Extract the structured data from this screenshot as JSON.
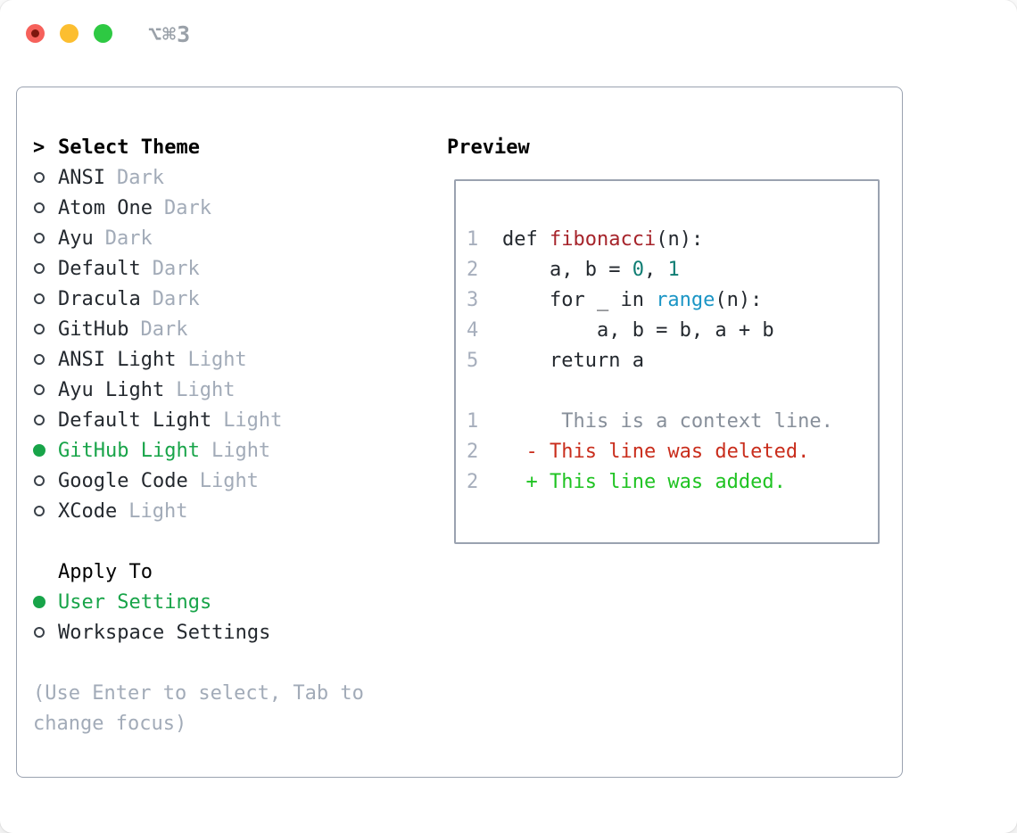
{
  "window": {
    "title": "⌥⌘3"
  },
  "theme_picker": {
    "header_caret": ">",
    "header": "Select Theme",
    "items": [
      {
        "name": "ANSI",
        "variant": "Dark",
        "selected": false
      },
      {
        "name": "Atom One",
        "variant": "Dark",
        "selected": false
      },
      {
        "name": "Ayu",
        "variant": "Dark",
        "selected": false
      },
      {
        "name": "Default",
        "variant": "Dark",
        "selected": false
      },
      {
        "name": "Dracula",
        "variant": "Dark",
        "selected": false
      },
      {
        "name": "GitHub",
        "variant": "Dark",
        "selected": false
      },
      {
        "name": "ANSI Light",
        "variant": "Light",
        "selected": false
      },
      {
        "name": "Ayu Light",
        "variant": "Light",
        "selected": false
      },
      {
        "name": "Default Light",
        "variant": "Light",
        "selected": false
      },
      {
        "name": "GitHub Light",
        "variant": "Light",
        "selected": true
      },
      {
        "name": "Google Code",
        "variant": "Light",
        "selected": false
      },
      {
        "name": "XCode",
        "variant": "Light",
        "selected": false
      }
    ]
  },
  "apply_to": {
    "header": "Apply To",
    "options": [
      {
        "name": "User Settings",
        "selected": true
      },
      {
        "name": "Workspace Settings",
        "selected": false
      }
    ]
  },
  "hint_lines": [
    "(Use Enter to select, Tab to",
    "change focus)"
  ],
  "preview": {
    "header": "Preview",
    "code_lines": [
      {
        "num": "1",
        "segments": [
          {
            "text": "def ",
            "color": "code_default"
          },
          {
            "text": "fibonacci",
            "color": "code_function"
          },
          {
            "text": "(n):",
            "color": "code_default"
          }
        ]
      },
      {
        "num": "2",
        "segments": [
          {
            "text": "    a, b = ",
            "color": "code_default"
          },
          {
            "text": "0",
            "color": "code_number"
          },
          {
            "text": ", ",
            "color": "code_default"
          },
          {
            "text": "1",
            "color": "code_number"
          }
        ]
      },
      {
        "num": "3",
        "segments": [
          {
            "text": "    for _ in ",
            "color": "code_default"
          },
          {
            "text": "range",
            "color": "code_builtin"
          },
          {
            "text": "(n):",
            "color": "code_default"
          }
        ]
      },
      {
        "num": "4",
        "segments": [
          {
            "text": "        a, b = b, a + b",
            "color": "code_default"
          }
        ]
      },
      {
        "num": "5",
        "segments": [
          {
            "text": "    return a",
            "color": "code_default"
          }
        ]
      },
      {
        "num": "",
        "segments": []
      },
      {
        "num": "1",
        "segments": [
          {
            "text": "     This is a context line.",
            "color": "diff_context"
          }
        ]
      },
      {
        "num": "2",
        "segments": [
          {
            "text": "  - This line was deleted.",
            "color": "diff_deleted"
          }
        ]
      },
      {
        "num": "2",
        "segments": [
          {
            "text": "  + This line was added.",
            "color": "diff_added"
          }
        ]
      }
    ]
  },
  "colors": {
    "text": "#24292f",
    "muted": "#a2abb8",
    "selected_green": "#18a449",
    "border": "#9aa2b0",
    "radio_ring": "#3a4149",
    "title_gray": "#9aa1a9",
    "code_default": "#24292f",
    "code_function": "#a6242b",
    "code_number": "#0f7d73",
    "code_builtin": "#1b95c5",
    "line_number": "#a6aebc",
    "diff_context": "#878f9a",
    "diff_deleted": "#c92d1c",
    "diff_added": "#1fc322",
    "traffic_red": "#f6615b",
    "traffic_red_inner": "#7e170e",
    "traffic_yellow": "#fcbe30",
    "traffic_green": "#2ec943"
  }
}
